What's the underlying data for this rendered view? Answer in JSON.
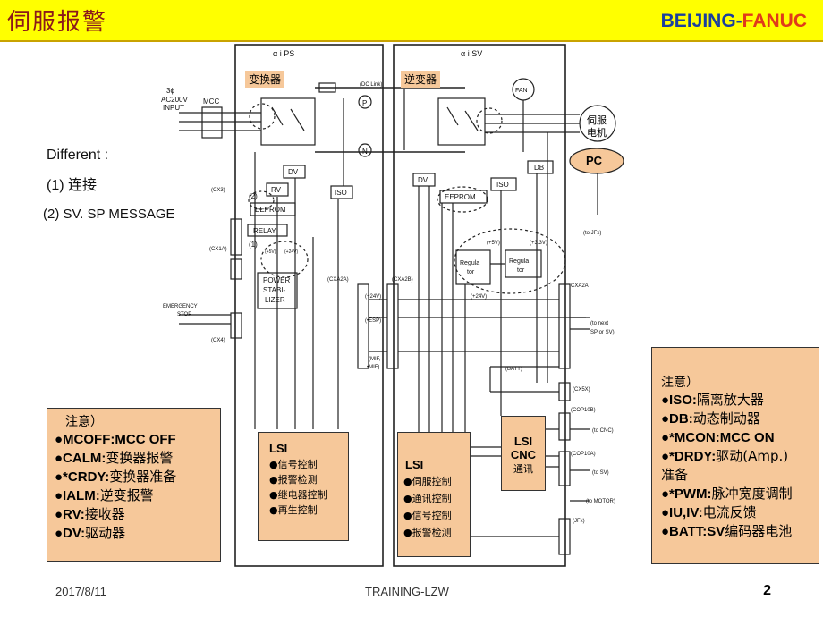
{
  "header": {
    "title": "伺服报警",
    "brand_part1": "BEIJING-",
    "brand_part2": "FANUC"
  },
  "diagram": {
    "ps_title": "α i PS",
    "sv_title": "α i SV",
    "converter_label": "变换器",
    "inverter_label": "逆变器",
    "input_label_1": "3ϕ",
    "input_label_2": "AC200V",
    "input_label_3": "INPUT",
    "mcc": "MCC",
    "dc_link": "(DC Link)",
    "p_label": "P",
    "n_label": "N",
    "fan": "FAN",
    "motor_1": "伺服",
    "motor_2": "电机",
    "pc": "PC",
    "to_jfx": "(to JFx)",
    "dv": "DV",
    "rv": "RV",
    "iso": "ISO",
    "db": "DB",
    "eeprom": "EEPROM",
    "relay": "RELAY",
    "power_stabilizer": [
      "POWER",
      "STABI-",
      "LIZER"
    ],
    "regulator": [
      "Regula",
      "tor"
    ],
    "regulator2": [
      "Regula",
      "tor"
    ],
    "plus5v": "(+5V)",
    "plus3v": "(+3.3V)",
    "plus24v": "(+24V)",
    "plus24v_b": "(+24V)",
    "esp": "(•ESP)",
    "mif": [
      "(MIF,",
      "•MIF)"
    ],
    "batt": "(BATT)",
    "cx3": "(CX3)",
    "cx1a": "(CX1A)",
    "cx4": "(CX4)",
    "cxa2a": "(CXA2A)",
    "cxa2b": "(CXA2B)",
    "cxa2a_r": "CXA2A",
    "cx5x": "(CX5X)",
    "cop10b": "(COP10B)",
    "cop10a": "(COP10A)",
    "jfx": "(JFx)",
    "to_next": [
      "(to next",
      "SP or SV)"
    ],
    "to_cnc": "(to CNC)",
    "to_sv": "(to SV)",
    "to_motor": "(to MOTOR)",
    "emergency": [
      "EMERGENCY",
      "STOP"
    ],
    "mark_2": "(2)",
    "mark_1": "(1)",
    "plus5v_small": "(+5V)",
    "plus24v_small": "(+24V)",
    "handwritten": [
      "Different :",
      "(1) 连接",
      "(2) SV. SP MESSAGE"
    ],
    "lsi_ps": {
      "title": "LSI",
      "items": [
        "●信号控制",
        "●报警检测",
        "●继电器控制",
        "●再生控制"
      ]
    },
    "lsi_sv": {
      "title": "LSI",
      "items": [
        "●伺服控制",
        "●通讯控制",
        "●信号控制",
        "●报警检测"
      ]
    },
    "lsi_cnc": {
      "title": [
        "LSI",
        "CNC"
      ],
      "sub": "通讯"
    }
  },
  "left_notes": {
    "head": "注意）",
    "items": [
      {
        "key": "●MCOFF:",
        "value": "MCC OFF"
      },
      {
        "key": "●CALM:",
        "value": "变换器报警"
      },
      {
        "key": "●*CRDY:",
        "value": "变换器准备"
      },
      {
        "key": "●IALM:",
        "value": "逆变报警"
      },
      {
        "key": "●RV:",
        "value": "接收器"
      },
      {
        "key": "●DV:",
        "value": "驱动器"
      }
    ]
  },
  "right_notes": {
    "head": "注意）",
    "items": [
      {
        "key": "●ISO:",
        "value": "隔离放大器"
      },
      {
        "key": "●DB:",
        "value": "动态制动器"
      },
      {
        "key": "●*MCON:",
        "value": "MCC ON"
      },
      {
        "key": "●*DRDY:",
        "value": "驱动(Amp.)"
      },
      {
        "key": "",
        "value": "准备"
      },
      {
        "key": "●*PWM:",
        "value": "脉冲宽度调制"
      },
      {
        "key": "●IU,IV:",
        "value": "电流反馈"
      },
      {
        "key": "●BATT:SV",
        "value": "编码器电池"
      }
    ]
  },
  "footer": {
    "date": "2017/8/11",
    "center": "TRAINING-LZW",
    "page": "2"
  }
}
